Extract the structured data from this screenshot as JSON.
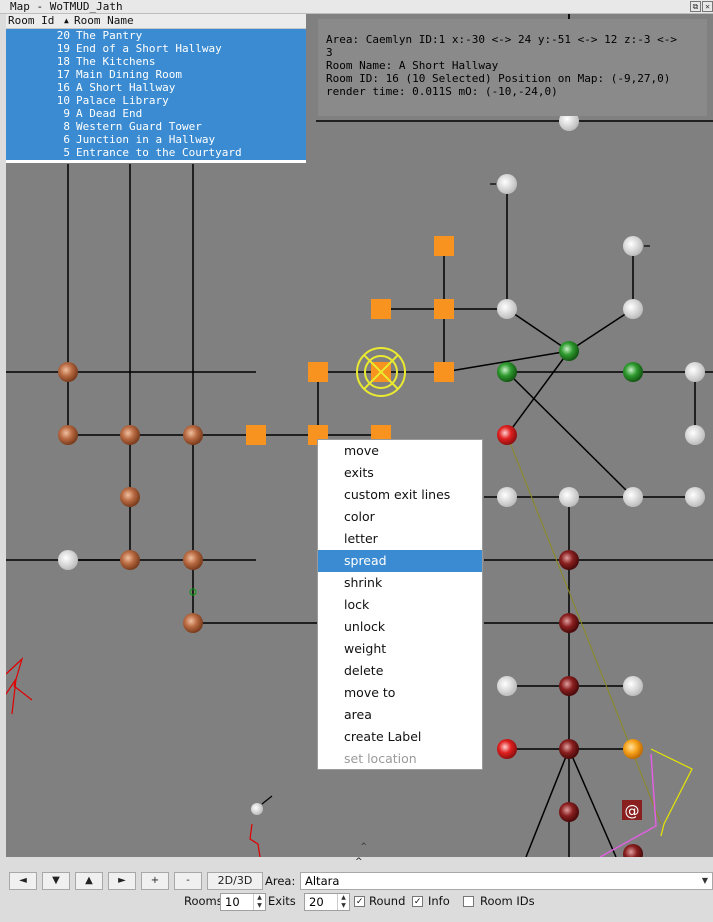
{
  "window": {
    "title": "Map - WoTMUD_Jath",
    "btn_float": "⧉",
    "btn_close": "✕"
  },
  "room_list": {
    "col_id": "Room Id",
    "col_name": "Room Name",
    "sort_icon": "▲",
    "rows": [
      {
        "id": "20",
        "name": "The Pantry"
      },
      {
        "id": "19",
        "name": "End of a Short Hallway"
      },
      {
        "id": "18",
        "name": "The Kitchens"
      },
      {
        "id": "17",
        "name": "Main Dining Room"
      },
      {
        "id": "16",
        "name": "A Short Hallway"
      },
      {
        "id": "10",
        "name": "Palace Library"
      },
      {
        "id": "9",
        "name": "A Dead End"
      },
      {
        "id": "8",
        "name": "Western Guard Tower"
      },
      {
        "id": "6",
        "name": "Junction in a Hallway"
      },
      {
        "id": "5",
        "name": "Entrance to the Courtyard"
      }
    ]
  },
  "info": {
    "line1": "Area: Caemlyn ID:1 x:-30 <-> 24 y:-51 <-> 12 z:-3 <->",
    "line1b": "3",
    "line2": "Room Name: A Short Hallway",
    "line3": "Room ID: 16 (10 Selected) Position on Map: (-9,27,0)",
    "line4": "render time: 0.011S mO: (-10,-24,0)"
  },
  "context_menu": {
    "items": [
      "move",
      "exits",
      "custom exit lines",
      "color",
      "letter",
      "spread",
      "shrink",
      "lock",
      "unlock",
      "weight",
      "delete",
      "move to",
      "area",
      "create Label",
      "set location"
    ],
    "selected": "spread",
    "disabled": "set location"
  },
  "map_marker": "@",
  "collapse_icon": "^",
  "controls": {
    "nav": [
      "◄",
      "▼",
      "▲",
      "►",
      "+",
      "-"
    ],
    "mode": "2D/3D",
    "area_label": "Area:",
    "area_value": "Altara",
    "rooms_label": "Rooms",
    "rooms_value": "10",
    "exits_label": "Exits",
    "exits_value": "20",
    "round_label": "Round",
    "round_checked": true,
    "info_label": "Info",
    "info_checked": true,
    "roomids_label": "Room IDs",
    "roomids_checked": false
  },
  "colors": {
    "map_bg": "#808080",
    "selection": "#3a8bd1",
    "orange_room": "#f7931e",
    "copper": "#b86a42",
    "green": "#2e9a2e",
    "darkred": "#8a1f1f",
    "red": "#e02020",
    "white_room": "#e6e6e6"
  }
}
